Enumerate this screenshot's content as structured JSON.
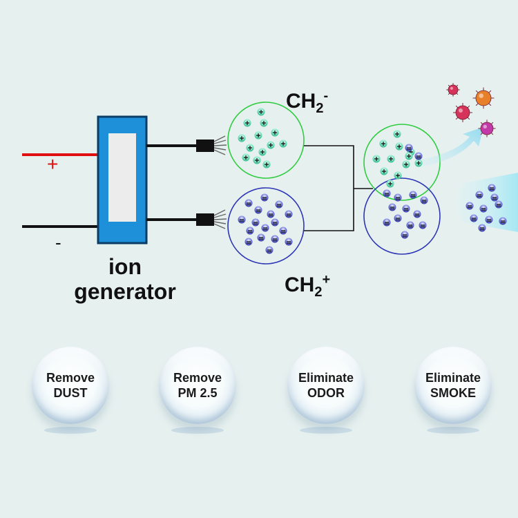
{
  "labels": {
    "plus": "+",
    "minus": "-",
    "generator": "ion generator",
    "ch2_top_base": "CH",
    "ch2_top_sub": "2",
    "ch2_top_sup": "-",
    "ch2_bottom_base": "CH",
    "ch2_bottom_sub": "2",
    "ch2_bottom_sup": "+"
  },
  "bubbles": [
    {
      "line1": "Remove",
      "line2": "DUST"
    },
    {
      "line1": "Remove",
      "line2": "PM 2.5"
    },
    {
      "line1": "Eliminate",
      "line2": "ODOR"
    },
    {
      "line1": "Eliminate",
      "line2": "SMOKE"
    }
  ],
  "colors": {
    "positive_wire": "#e01010",
    "negative_wire": "#111111",
    "generator_box": "#1e8fd9",
    "positive_ion": "#3fd1a0",
    "negative_ion": "#3b3fb8",
    "positive_circle": "#2ecc40",
    "negative_circle": "#2b35b5"
  },
  "icons": [
    "plug-icon",
    "bacteria-icon",
    "ion-cloud-icon"
  ]
}
